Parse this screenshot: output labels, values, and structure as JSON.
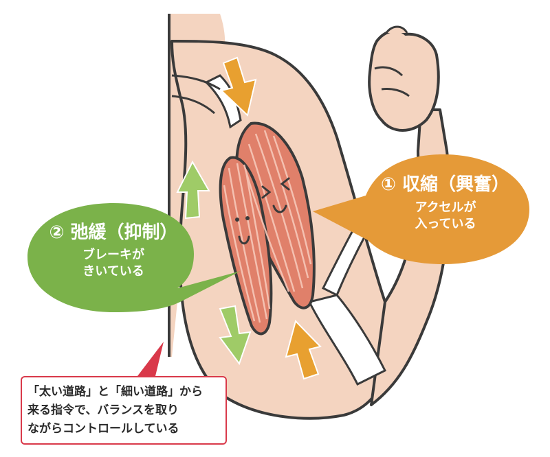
{
  "relaxation_bubble": {
    "title": "② 弛緩（抑制）",
    "description_lines": [
      "ブレーキが",
      "きいている"
    ],
    "color": "#7bb24a"
  },
  "contraction_bubble": {
    "title": "① 収縮（興奮）",
    "description_lines": [
      "アクセルが",
      "入っている"
    ],
    "color": "#e59a38"
  },
  "callout": {
    "lines": [
      "「太い道路」と「細い道路」から",
      "来る指令で、バランスを取り",
      "ながらコントロールしている"
    ],
    "border_color": "#d9394a"
  },
  "arrows": {
    "down_color": "#e8a030",
    "green_color": "#9fcb67"
  },
  "skin_color": "#f4d4c0",
  "muscle_color": "#e0806a"
}
